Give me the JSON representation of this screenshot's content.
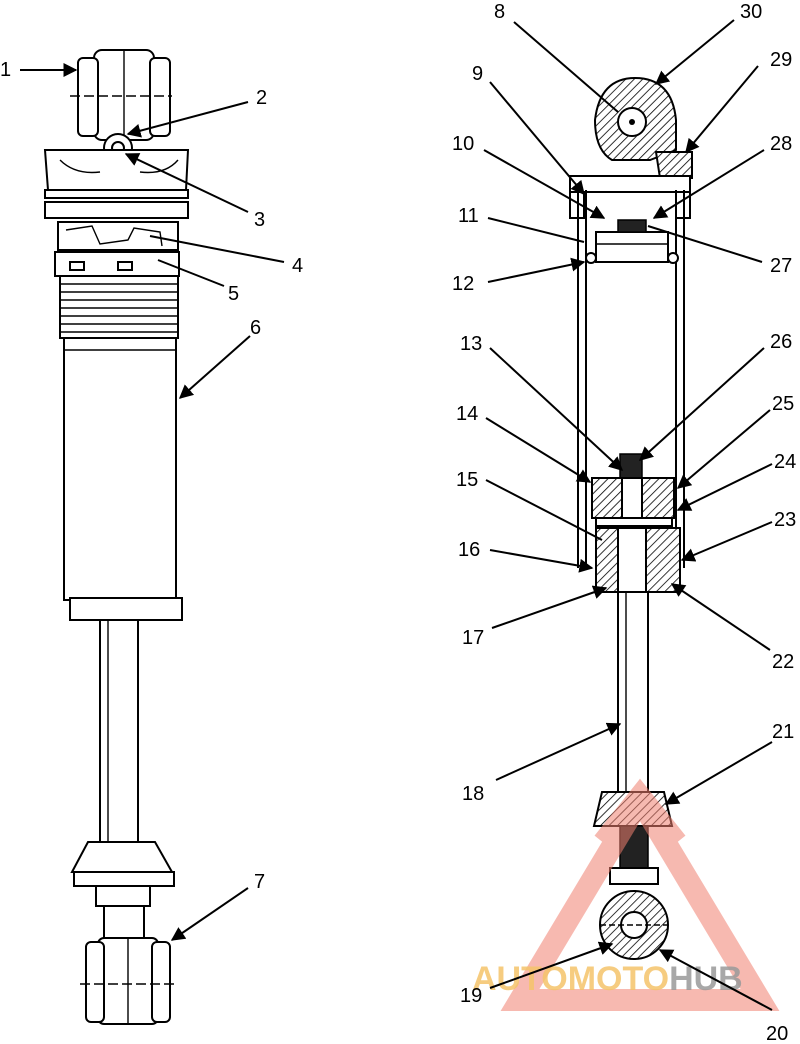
{
  "callouts": [
    {
      "id": "1",
      "text": "1"
    },
    {
      "id": "2",
      "text": "2"
    },
    {
      "id": "3",
      "text": "3"
    },
    {
      "id": "4",
      "text": "4"
    },
    {
      "id": "5",
      "text": "5"
    },
    {
      "id": "6",
      "text": "6"
    },
    {
      "id": "7",
      "text": "7"
    },
    {
      "id": "8",
      "text": "8"
    },
    {
      "id": "9",
      "text": "9"
    },
    {
      "id": "10",
      "text": "10"
    },
    {
      "id": "11",
      "text": "11"
    },
    {
      "id": "12",
      "text": "12"
    },
    {
      "id": "13",
      "text": "13"
    },
    {
      "id": "14",
      "text": "14"
    },
    {
      "id": "15",
      "text": "15"
    },
    {
      "id": "16",
      "text": "16"
    },
    {
      "id": "17",
      "text": "17"
    },
    {
      "id": "18",
      "text": "18"
    },
    {
      "id": "19",
      "text": "19"
    },
    {
      "id": "20",
      "text": "20"
    },
    {
      "id": "21",
      "text": "21"
    },
    {
      "id": "22",
      "text": "22"
    },
    {
      "id": "23",
      "text": "23"
    },
    {
      "id": "24",
      "text": "24"
    },
    {
      "id": "25",
      "text": "25"
    },
    {
      "id": "26",
      "text": "26"
    },
    {
      "id": "27",
      "text": "27"
    },
    {
      "id": "28",
      "text": "28"
    },
    {
      "id": "29",
      "text": "29"
    },
    {
      "id": "30",
      "text": "30"
    }
  ],
  "watermark": {
    "part1": "AUTOMOTO",
    "part2": "HUB",
    "color_accent": "#f08070",
    "color_orange": "#f5c46a",
    "color_gray": "#9a9a9a"
  }
}
